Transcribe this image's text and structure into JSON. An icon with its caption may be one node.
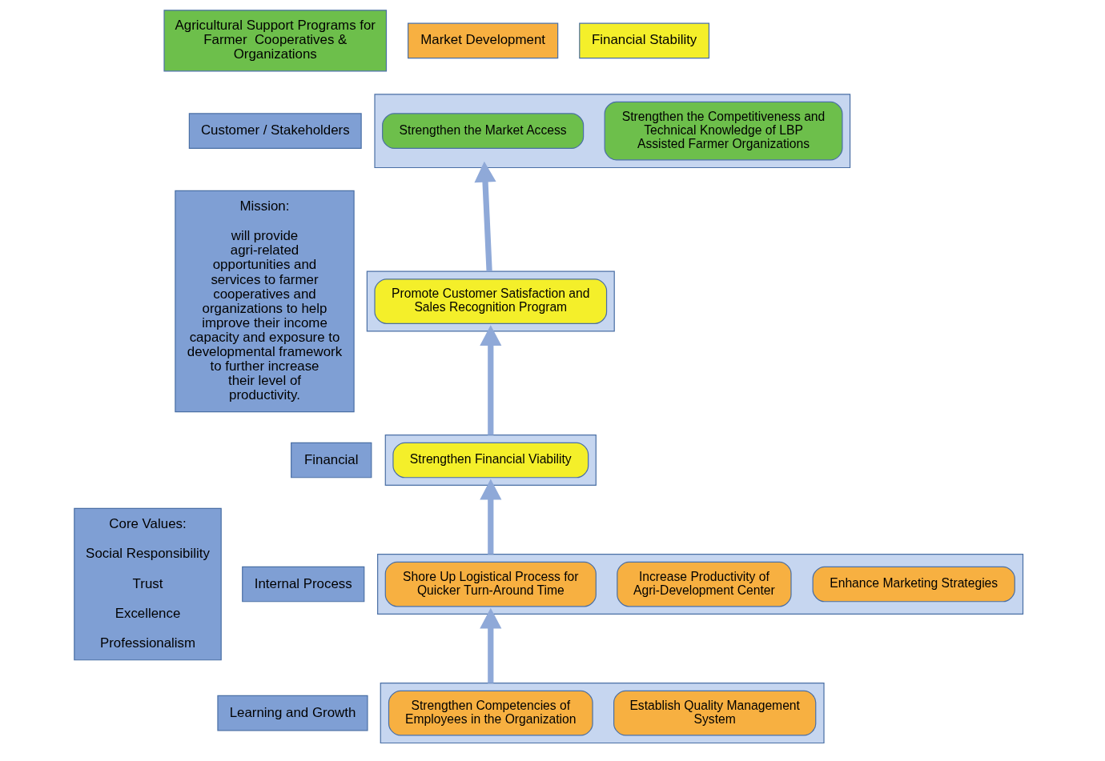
{
  "diagram": {
    "nodes": [
      {
        "text": [
          "Mission:",
          "will provide agri-related opportunities and services to farmer cooperatives and organizations to help improve their income capacity and exposure to developmental framework to further increase their level of productivity."
        ]
      },
      {
        "text": [
          "Core Values:",
          "Social Responsibility",
          "Trust",
          "Excellence",
          "Professionalism"
        ]
      },
      {
        "text": [
          "Customer / Stakeholders"
        ]
      },
      {
        "text": [
          "Financial"
        ]
      },
      {
        "text": [
          "Internal Process"
        ]
      },
      {
        "text": [
          "Learning and Growth"
        ]
      },
      {
        "text": [
          "Agricultural Support Programs for Farmer  Cooperatives & Organizations"
        ]
      },
      {
        "text": [
          "Market Development"
        ]
      },
      {
        "text": [
          "Financial Stability"
        ]
      },
      {
        "text": [],
        "shape": "box"
      },
      {
        "text": [
          "Strengthen the Market Access"
        ],
        "in": 9
      },
      {
        "text": [
          "Strengthen the Competitiveness and Technical Knowledge of LBP Assisted Farmer Organizations"
        ],
        "in": 9
      },
      {
        "text": [],
        "shape": "box"
      },
      {
        "text": [
          "Promote Customer Satisfaction and Sales Recognition Program"
        ],
        "in": 12
      },
      {
        "text": [],
        "shape": "box"
      },
      {
        "text": [
          "Strengthen Financial Viability"
        ],
        "in": 14
      },
      {
        "text": [],
        "shape": "box"
      },
      {
        "text": [
          "Shore Up Logistical Process for Quicker Turn-Around Time"
        ],
        "in": 16
      },
      {
        "text": [
          "Increase Productivity of Agri-Development Center"
        ],
        "in": 16
      },
      {
        "text": [
          "Enhance Marketing Strategies"
        ],
        "in": 16
      },
      {
        "text": [],
        "shape": "box"
      },
      {
        "text": [
          "Strengthen Competencies of Employees in the Organization"
        ],
        "in": 20
      },
      {
        "text": [
          "Establish Quality Management System"
        ],
        "in": 20
      }
    ],
    "edges": [
      {
        "from": 20,
        "to": 16,
        "arrow": "to"
      },
      {
        "from": 16,
        "to": 14,
        "arrow": "to"
      },
      {
        "from": 14,
        "to": 12,
        "arrow": "to"
      },
      {
        "from": 12,
        "to": 9,
        "arrow": "to"
      }
    ]
  }
}
